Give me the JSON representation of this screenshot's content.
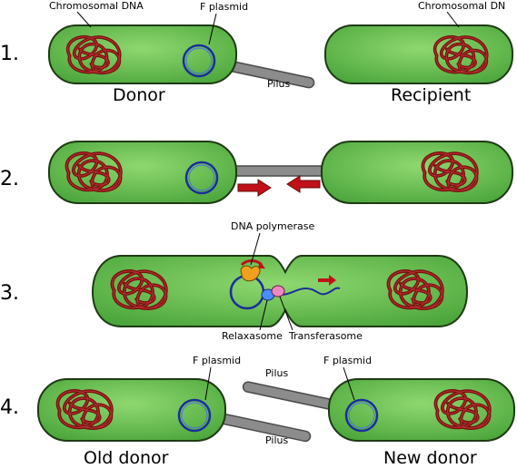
{
  "steps": [
    {
      "number": "1."
    },
    {
      "number": "2."
    },
    {
      "number": "3."
    },
    {
      "number": "4."
    }
  ],
  "labels": {
    "chromosomal_dna_left": "Chromosomal DNA",
    "chromosomal_dna_right": "Chromosomal DN",
    "f_plasmid_1": "F plasmid",
    "pilus_1": "Pilus",
    "donor": "Donor",
    "recipient": "Recipient",
    "dna_polymerase": "DNA polymerase",
    "relaxasome": "Relaxasome",
    "transferasome": "Transferasome",
    "f_plasmid_4_left": "F plasmid",
    "f_plasmid_4_right": "F plasmid",
    "pilus_4_top": "Pilus",
    "pilus_4_bottom": "Pilus",
    "old_donor": "Old donor",
    "new_donor": "New donor"
  },
  "colors": {
    "cell_fill": "#5fbe4a",
    "cell_stroke": "#1e3a14",
    "chromosome": "#7a0f0f",
    "plasmid": "#1a2e9a",
    "pilus": "#8c8c8c",
    "arrow": "#c0111b",
    "polymerase": "#f0a020",
    "relaxasome": "#4a8cff",
    "transferasome": "#f088c0"
  }
}
